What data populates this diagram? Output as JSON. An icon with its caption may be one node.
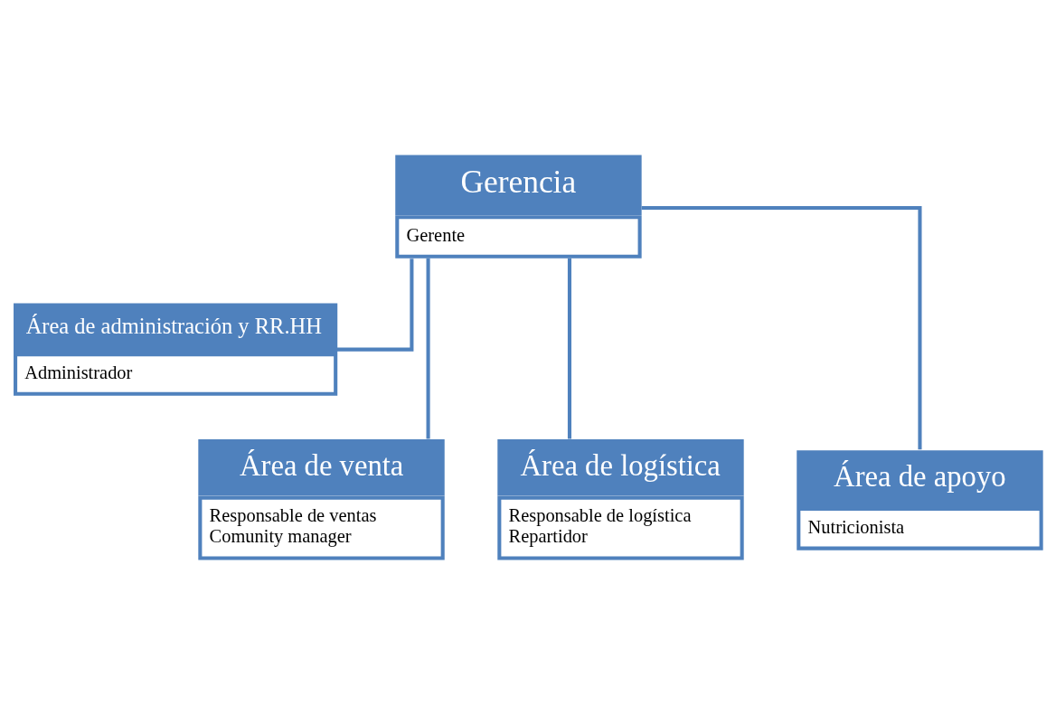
{
  "diagram": {
    "nodes": [
      {
        "text": [
          "Gerencia",
          "Gerente"
        ]
      },
      {
        "text": [
          "Área de administración y RR.HH",
          "Administrador"
        ]
      },
      {
        "text": [
          "Área de venta",
          "Responsable de ventas",
          "Comunity manager"
        ]
      },
      {
        "text": [
          "Área de logística",
          "Responsable de logística",
          "Repartidor"
        ]
      },
      {
        "text": [
          "Área de apoyo",
          "Nutricionista"
        ]
      }
    ],
    "edges": [
      {
        "from": 0,
        "to": 1,
        "arrow": "none"
      },
      {
        "from": 0,
        "to": 2,
        "arrow": "none"
      },
      {
        "from": 0,
        "to": 3,
        "arrow": "none"
      },
      {
        "from": 0,
        "to": 4,
        "arrow": "none"
      }
    ]
  }
}
